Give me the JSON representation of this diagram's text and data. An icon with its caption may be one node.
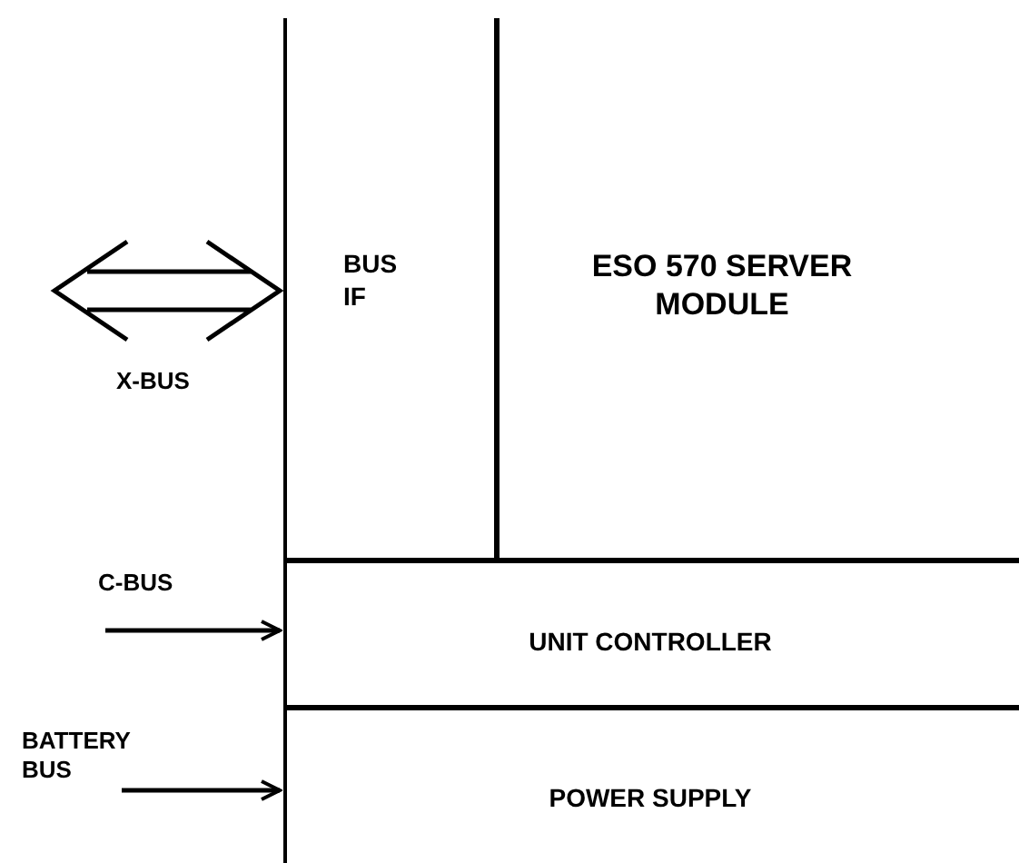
{
  "diagram": {
    "nodes": [
      {
        "text": [
          "BUS IF"
        ]
      },
      {
        "text": [
          "ESO 570 SERVER MODULE"
        ]
      },
      {
        "text": [
          "UNIT CONTROLLER"
        ]
      },
      {
        "text": [
          "POWER SUPPLY"
        ]
      }
    ],
    "edges": [
      {
        "from": null,
        "to": 0,
        "arrow": "both",
        "label": "X-BUS"
      },
      {
        "from": null,
        "to": 2,
        "arrow": "to",
        "label": "C-BUS"
      },
      {
        "from": null,
        "to": 3,
        "arrow": "to",
        "label": "BATTERY BUS"
      }
    ]
  }
}
